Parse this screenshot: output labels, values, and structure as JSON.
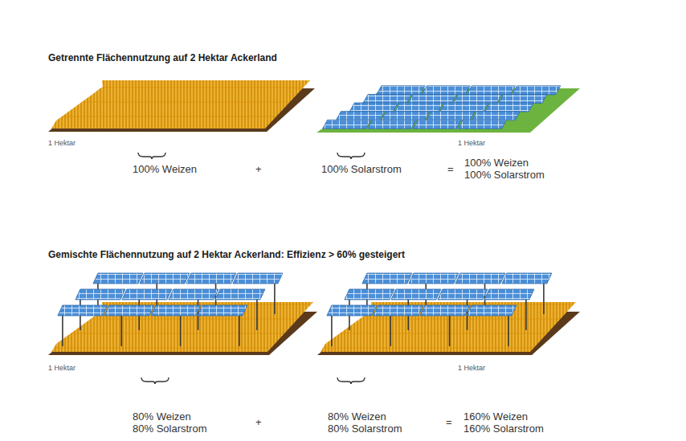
{
  "diagram": {
    "title": "Getrennte Flächennutzung auf 2 Hektar Ackerland",
    "labels": [
      "1 Hektar",
      "1 Hektar",
      "100% Weizen",
      "+",
      "100% Solarstrom",
      "=",
      "100% Weizen 100% Solarstrom",
      "Gemischte Flächennutzung auf 2 Hektar Ackerland: Effizienz > 60% gesteigert",
      "1 Hektar",
      "1 Hektar",
      "80% Weizen 80% Solarstrom",
      "+",
      "80% Weizen 80% Solarstrom",
      "=",
      "160% Weizen 160% Solarstrom"
    ]
  }
}
